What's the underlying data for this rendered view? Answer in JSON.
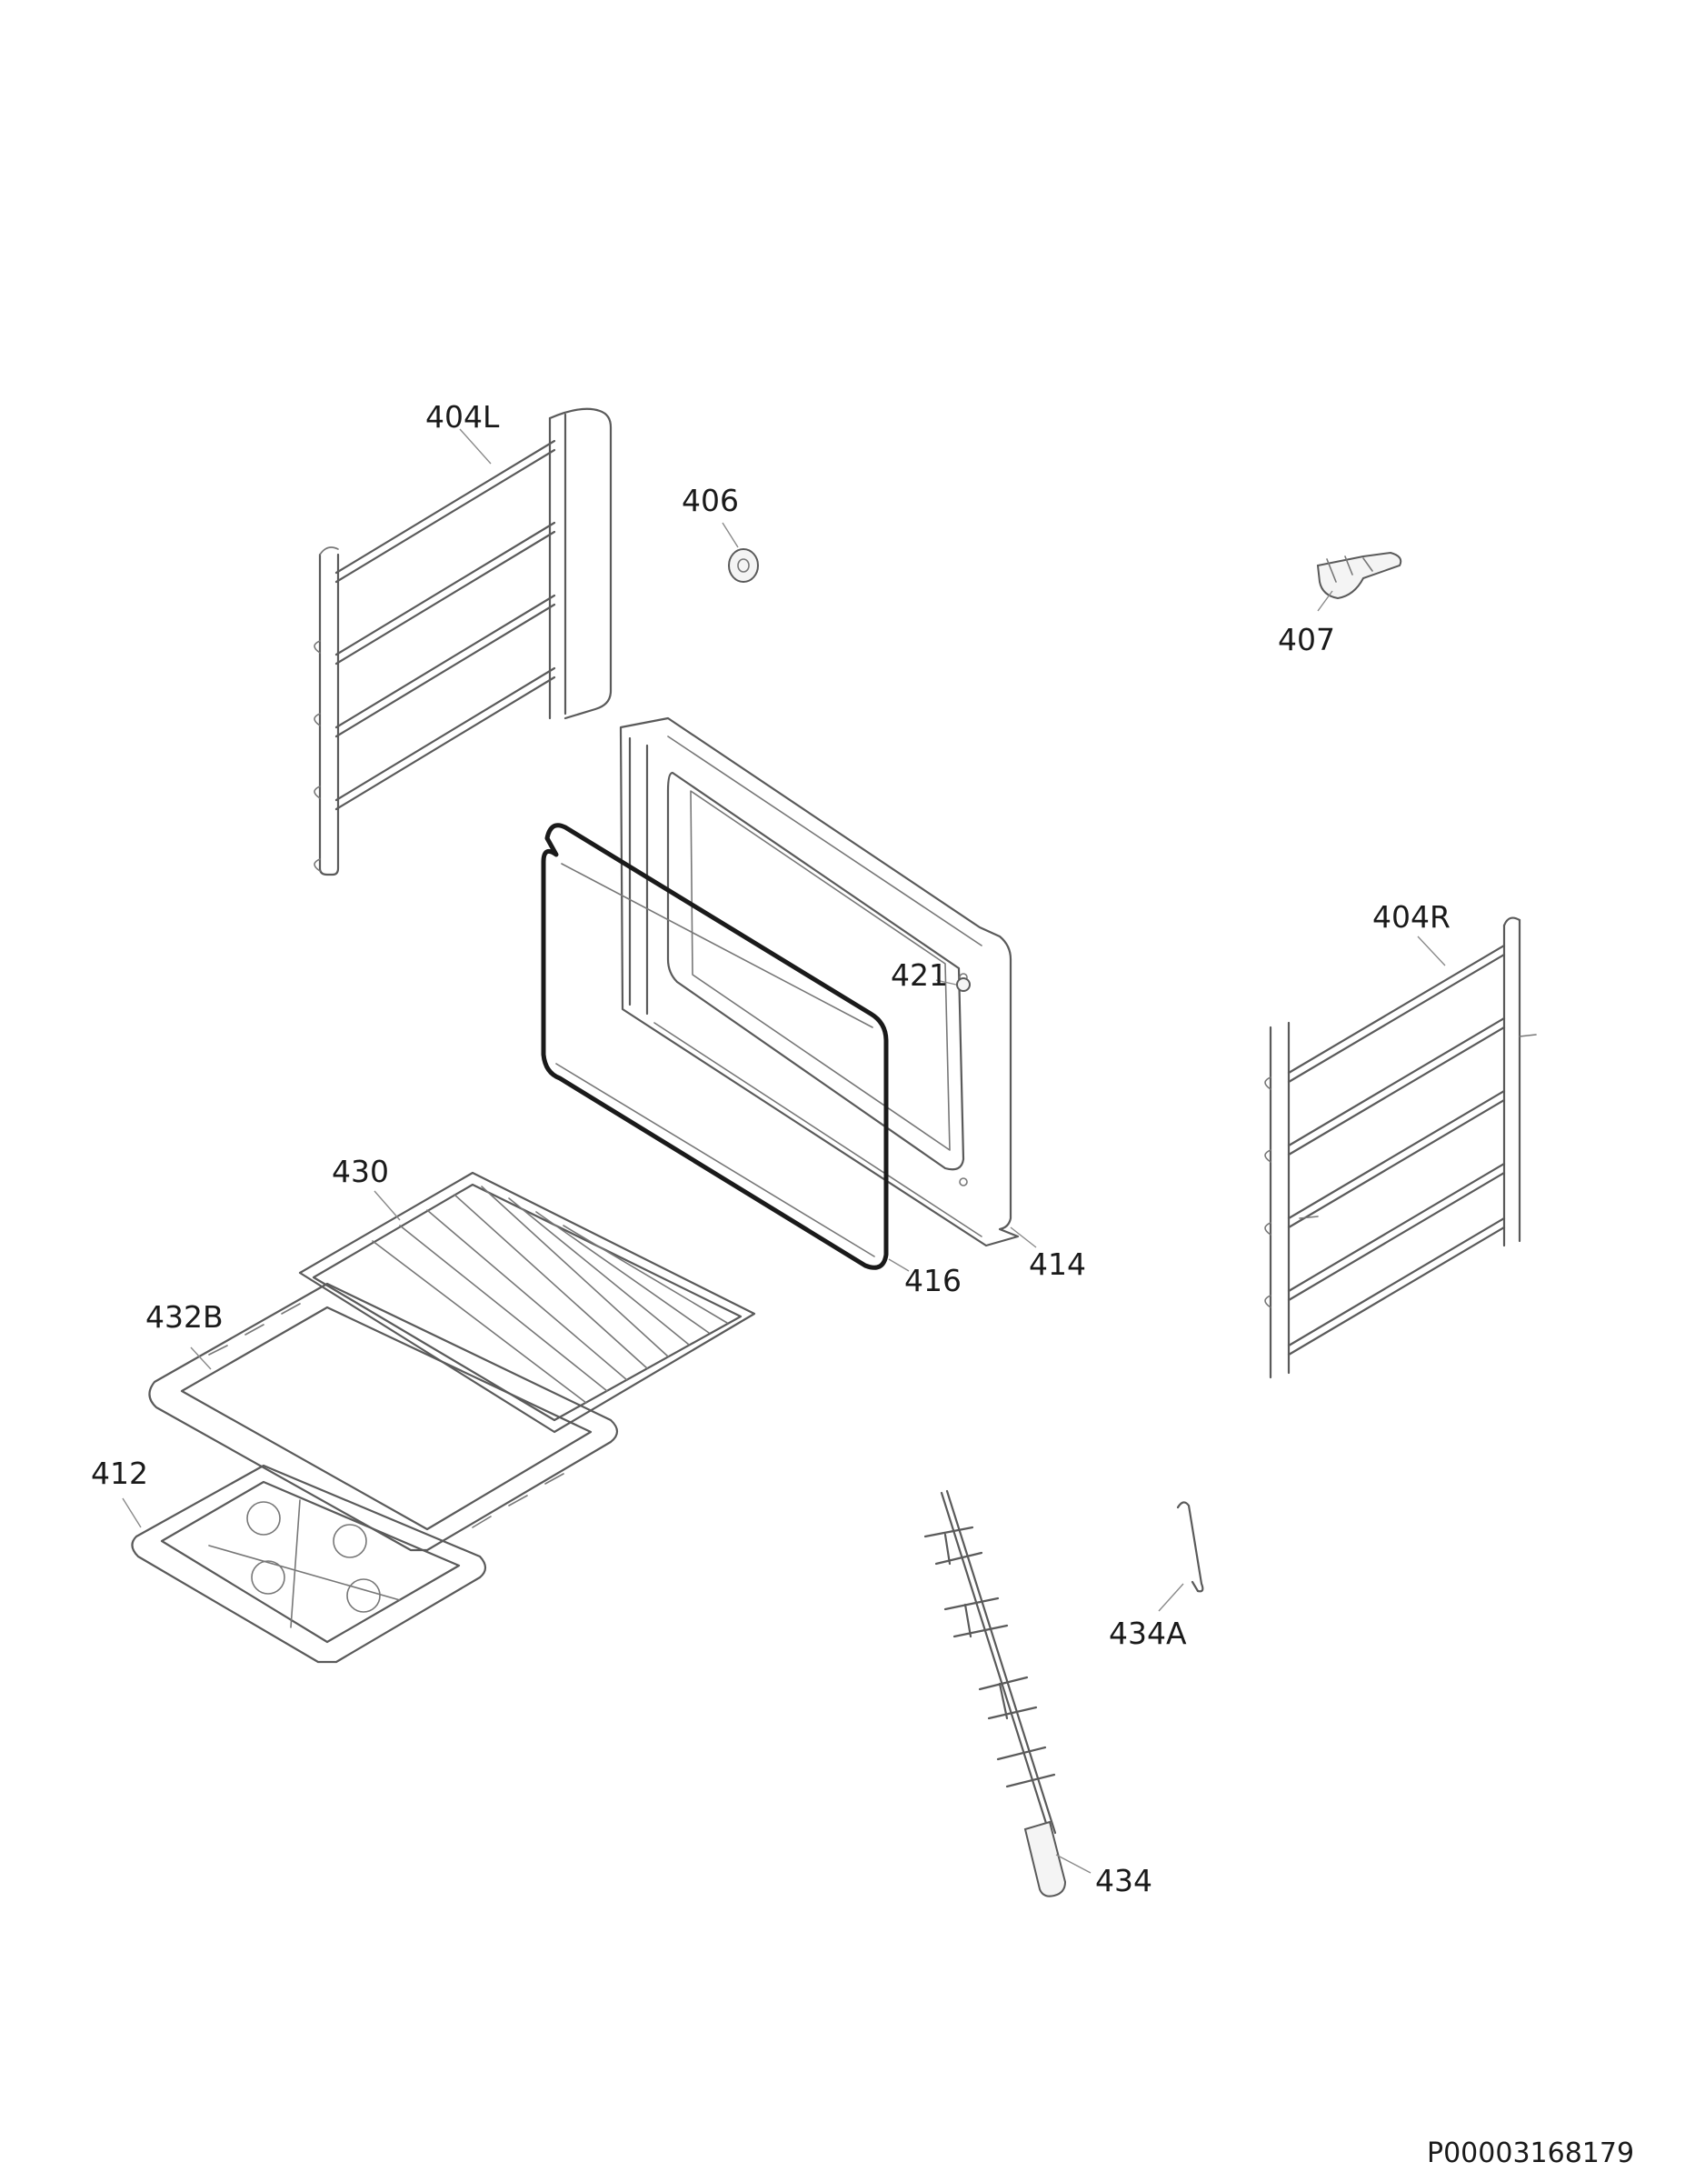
{
  "document_id": "P00003168179",
  "callouts": {
    "c404L": "404L",
    "c406": "406",
    "c407": "407",
    "c421": "421",
    "c404R": "404R",
    "c430": "430",
    "c416": "416",
    "c414": "414",
    "c432B": "432B",
    "c412": "412",
    "c434A": "434A",
    "c434": "434"
  }
}
